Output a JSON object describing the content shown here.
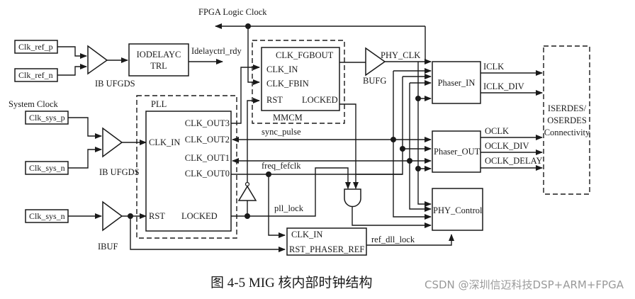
{
  "diagram": {
    "top_label": "FPGA Logic Clock",
    "inputs": {
      "clk_ref_p": "Clk_ref_p",
      "clk_ref_n": "Clk_ref_n",
      "system_clock": "System Clock",
      "clk_sys_p": "Clk_sys_p",
      "clk_sys_n": "Clk_sys_n",
      "clk_sys_n_rst": "Clk_sys_n"
    },
    "buffers": {
      "ibufgds_ref": "IB UFGDS",
      "ibufgds_sys": "IB UFGDS",
      "ibuf": "IBUF",
      "bufg": "BUFG"
    },
    "iodelayctrl": {
      "line1": "IODELAYC",
      "line2": "TRL",
      "output": "Idelayctrl_rdy"
    },
    "pll": {
      "title": "PLL",
      "clk_in": "CLK_IN",
      "rst": "RST",
      "locked": "LOCKED",
      "clk_out3": "CLK_OUT3",
      "clk_out2": "CLK_OUT2",
      "clk_out1": "CLK_OUT1",
      "clk_out0": "CLK_OUT0"
    },
    "mmcm": {
      "title": "MMCM",
      "clk_fgbout": "CLK_FGBOUT",
      "clk_in": "CLK_IN",
      "clk_fbin": "CLK_FBIN",
      "rst": "RST",
      "locked": "LOCKED"
    },
    "signals": {
      "phy_clk": "PHY_CLK",
      "sync_pulse": "sync_pulse",
      "freq_refclk": "freq_fefclk",
      "pll_lock": "pll_lock",
      "ref_dll_lock": "ref_dll_lock"
    },
    "phaser_ref": {
      "clk_in": "CLK_IN",
      "rst": "RST_PHASER_REF"
    },
    "phaser_in": {
      "title": "Phaser_IN",
      "out1": "ICLK",
      "out2": "ICLK_DIV"
    },
    "phaser_out": {
      "title": "Phaser_OUT",
      "out1": "OCLK",
      "out2": "OCLK_DIV",
      "out3": "OCLK_DELAY"
    },
    "phy_control": {
      "title": "PHY_Control"
    },
    "serdes": {
      "line1": "ISERDES/",
      "line2": "OSERDES",
      "line3": "Connectivity"
    }
  },
  "caption": "图 4-5 MIG 核内部时钟结构",
  "watermark": "CSDN @深圳信迈科技DSP+ARM+FPGA"
}
